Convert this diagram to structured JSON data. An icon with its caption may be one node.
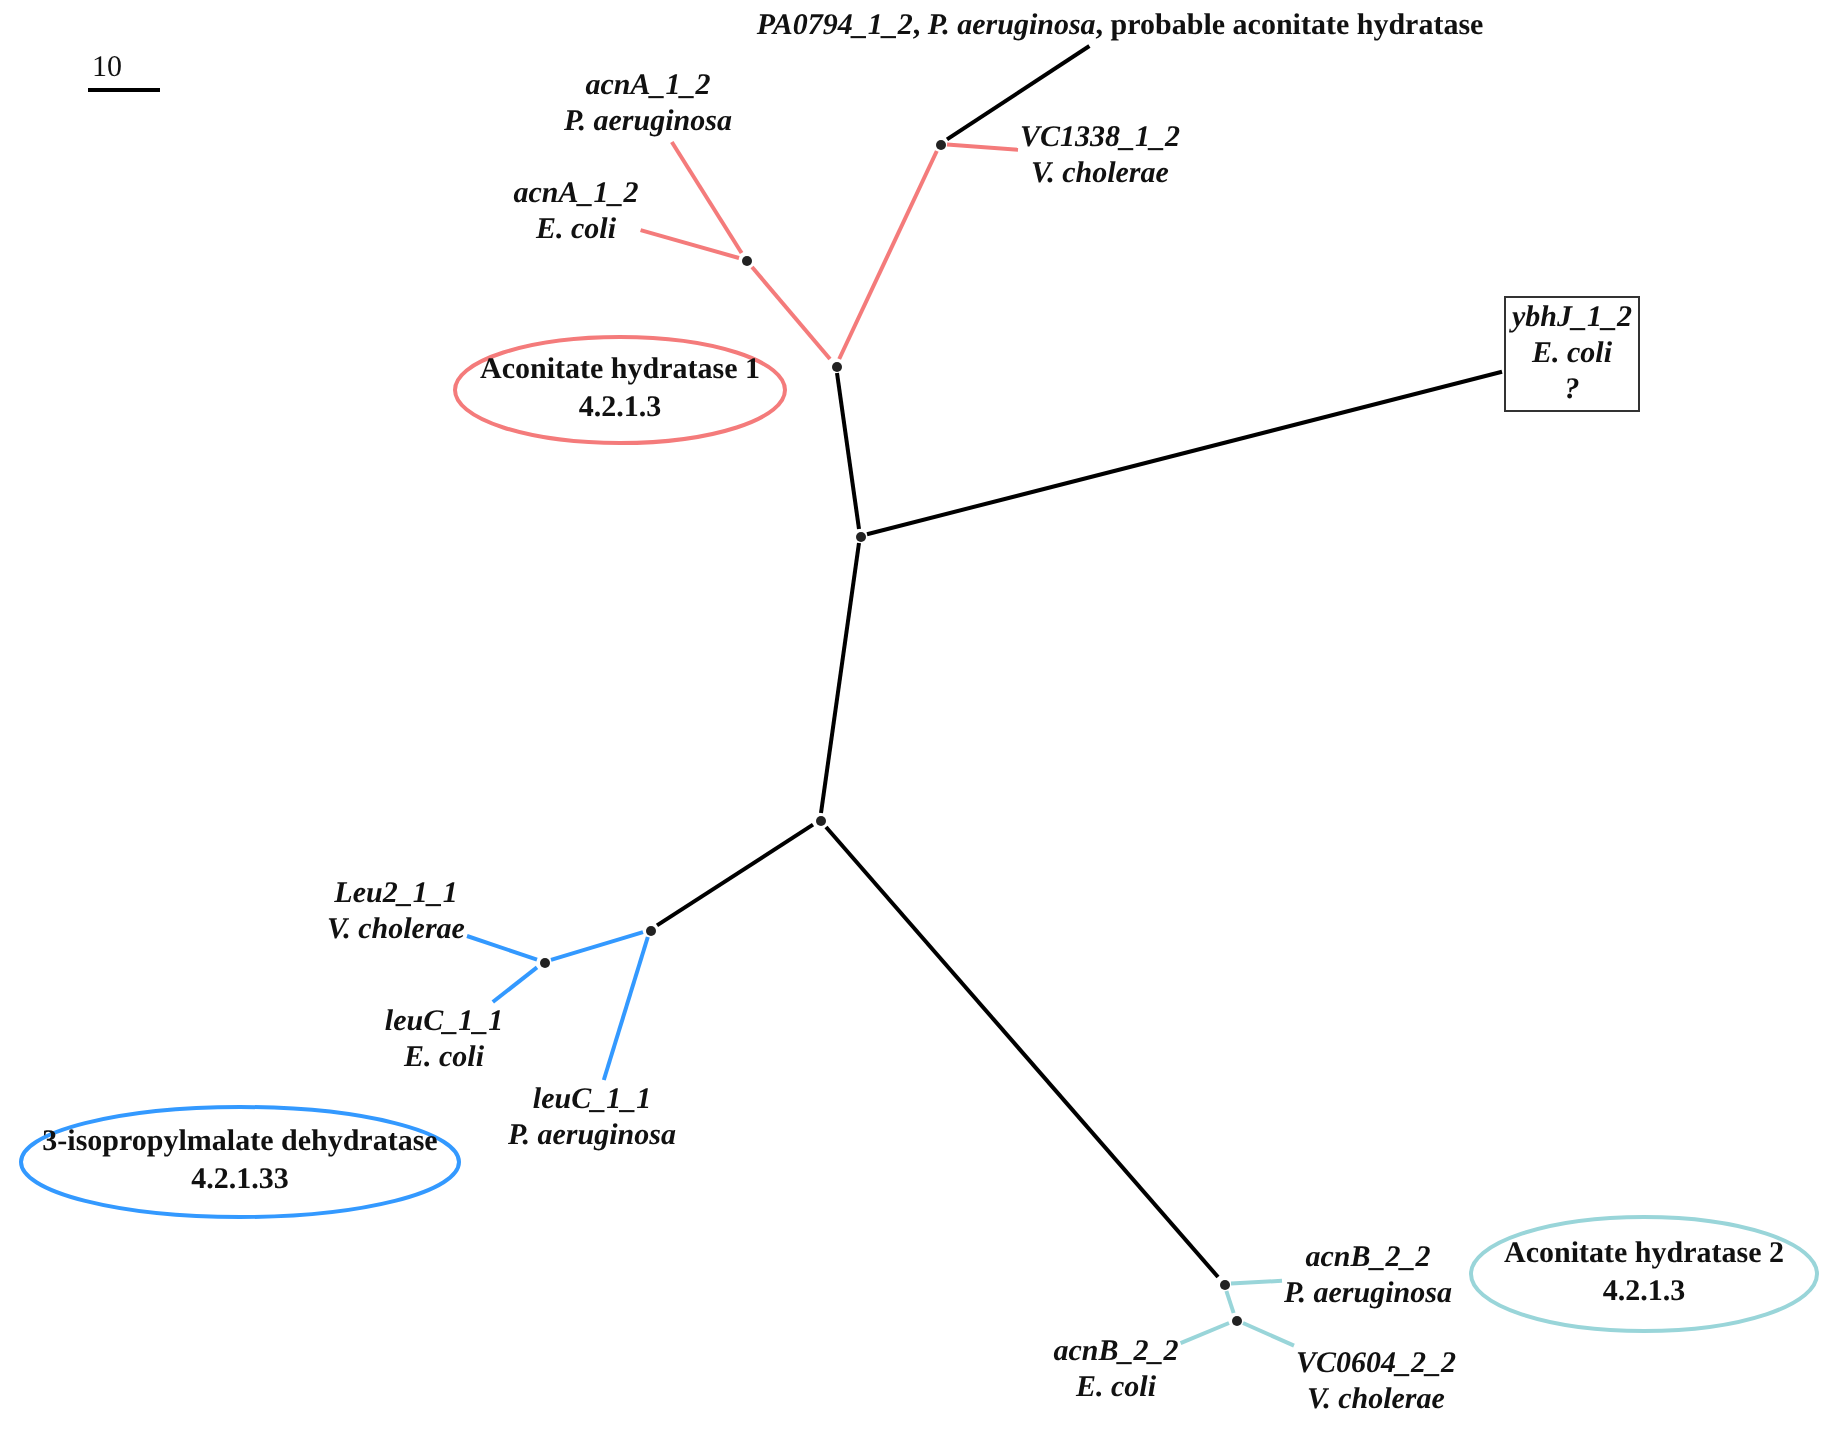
{
  "diagram": {
    "nodes": [
      {
        "text": [
          "*PA0794_1_2*, *P. aeruginosa*, probable aconitate hydratase"
        ]
      },
      {
        "text": [
          "acnA_1_2",
          "P. aeruginosa"
        ]
      },
      {
        "text": [
          "VC1338_1_2",
          "V. cholerae"
        ]
      },
      {
        "text": [
          "acnA_1_2",
          "E. coli"
        ]
      },
      {
        "text": [
          "Aconitate hydratase 1",
          "4.2.1.3"
        ]
      },
      {
        "text": [
          "ybhJ_1_2",
          "E. coli",
          "?"
        ]
      },
      {
        "text": [
          "Leu2_1_1",
          "V. cholerae"
        ]
      },
      {
        "text": [
          "leuC_1_1",
          "E. coli"
        ]
      },
      {
        "text": [
          "3-isopropylmalate dehydratase",
          "4.2.1.33"
        ]
      },
      {
        "text": [
          "leuC_1_1",
          "P. aeruginosa"
        ]
      },
      {
        "text": [
          "acnB_2_2",
          "P. aeruginosa"
        ]
      },
      {
        "text": [
          "Aconitate hydratase 2",
          "4.2.1.3"
        ]
      },
      {
        "text": [
          "acnB_2_2",
          "E. coli"
        ]
      },
      {
        "text": [
          "VC0604_2_2",
          "V. cholerae"
        ]
      },
      {
        "text": [],
        "shape": "point"
      },
      {
        "text": [],
        "shape": "point"
      },
      {
        "text": [],
        "shape": "point"
      },
      {
        "text": [],
        "shape": "point"
      },
      {
        "text": [],
        "shape": "point"
      },
      {
        "text": [],
        "shape": "point"
      },
      {
        "text": [],
        "shape": "point"
      },
      {
        "text": [],
        "shape": "point"
      },
      {
        "text": [],
        "shape": "point"
      }
    ],
    "edges": [
      {
        "from": 14,
        "to": 15,
        "arrow": "none",
        "color": "#f47b7b"
      },
      {
        "from": 15,
        "to": 1,
        "arrow": "none",
        "color": "#f47b7b"
      },
      {
        "from": 15,
        "to": 3,
        "arrow": "none",
        "color": "#f47b7b"
      },
      {
        "from": 14,
        "to": 16,
        "arrow": "none",
        "color": "#f47b7b"
      },
      {
        "from": 16,
        "to": 0,
        "arrow": "none"
      },
      {
        "from": 16,
        "to": 2,
        "arrow": "none",
        "color": "#f47b7b"
      },
      {
        "from": 14,
        "to": 17,
        "arrow": "none"
      },
      {
        "from": 17,
        "to": 5,
        "arrow": "none"
      },
      {
        "from": 17,
        "to": 18,
        "arrow": "none"
      },
      {
        "from": 18,
        "to": 19,
        "arrow": "none"
      },
      {
        "from": 19,
        "to": 20,
        "arrow": "none",
        "color": "#3399ff"
      },
      {
        "from": 20,
        "to": 6,
        "arrow": "none",
        "color": "#3399ff"
      },
      {
        "from": 20,
        "to": 7,
        "arrow": "none",
        "color": "#3399ff"
      },
      {
        "from": 19,
        "to": 9,
        "arrow": "none",
        "color": "#3399ff"
      },
      {
        "from": 18,
        "to": 21,
        "arrow": "none"
      },
      {
        "from": 21,
        "to": 10,
        "arrow": "none",
        "color": "#99d5d9"
      },
      {
        "from": 21,
        "to": 22,
        "arrow": "none",
        "color": "#99d5d9"
      },
      {
        "from": 22,
        "to": 12,
        "arrow": "none",
        "color": "#99d5d9"
      },
      {
        "from": 22,
        "to": 13,
        "arrow": "none",
        "color": "#99d5d9"
      }
    ],
    "labels": [
      "10"
    ]
  }
}
